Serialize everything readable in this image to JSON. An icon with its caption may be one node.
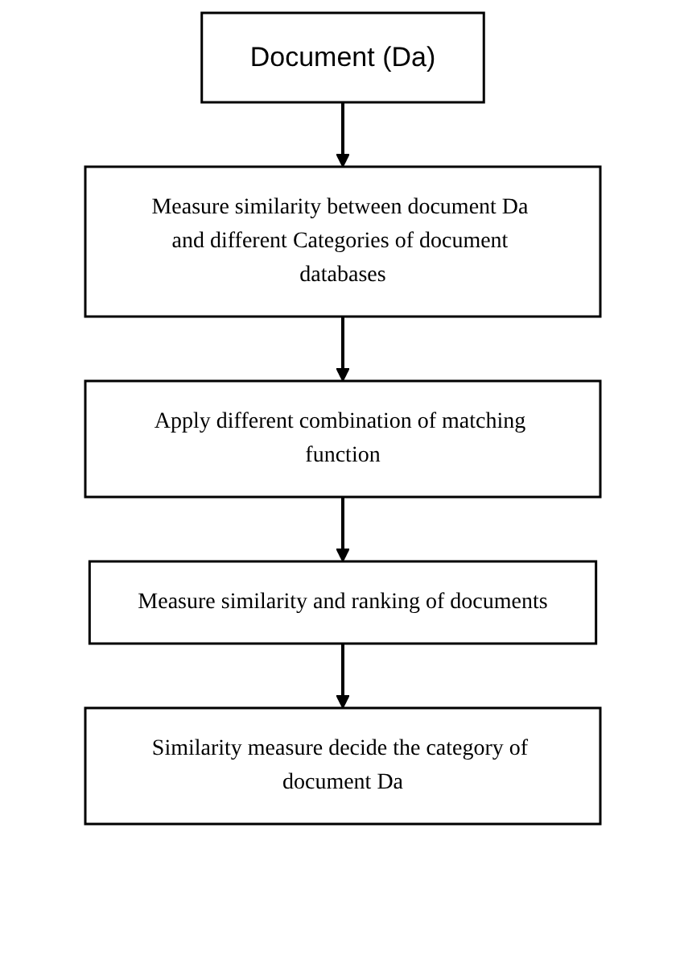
{
  "diagram": {
    "nodes": [
      {
        "text": [
          "Document (Da)"
        ]
      },
      {
        "text": [
          "Measure similarity between document Da and different Categories of document databases"
        ]
      },
      {
        "text": [
          "Apply different combination of matching function"
        ]
      },
      {
        "text": [
          "Measure similarity and ranking of documents"
        ]
      },
      {
        "text": [
          "Similarity measure decide the category of document Da"
        ]
      }
    ],
    "edges": [
      {
        "from": 0,
        "to": 1,
        "arrow": "to"
      },
      {
        "from": 1,
        "to": 2,
        "arrow": "to"
      },
      {
        "from": 2,
        "to": 3,
        "arrow": "to"
      },
      {
        "from": 3,
        "to": 4,
        "arrow": "to"
      }
    ]
  }
}
